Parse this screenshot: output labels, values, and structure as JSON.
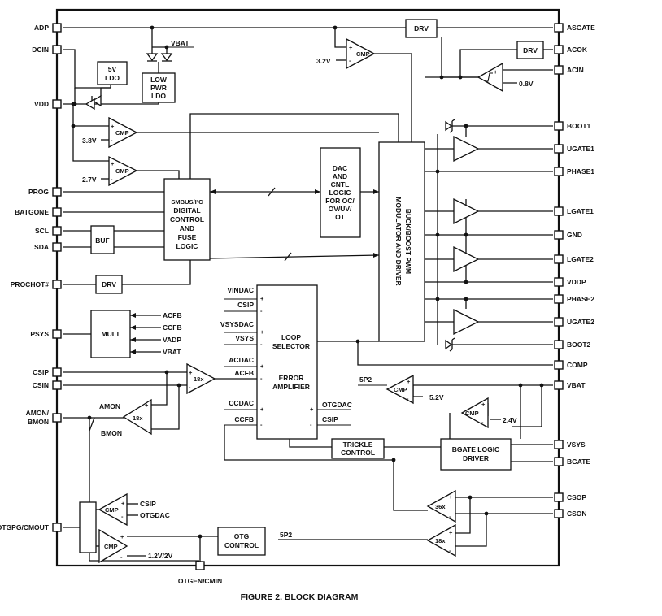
{
  "caption": "FIGURE 2.  BLOCK DIAGRAM",
  "left_pins": [
    "ADP",
    "DCIN",
    "VDD",
    "PROG",
    "BATGONE",
    "SCL",
    "SDA",
    "PROCHOT#",
    "PSYS",
    "CSIP",
    "CSIN",
    "AMON/",
    "BMON",
    "OTGPG/CMOUT"
  ],
  "right_pins": [
    "ASGATE",
    "ACOK",
    "ACIN",
    "BOOT1",
    "UGATE1",
    "PHASE1",
    "LGATE1",
    "GND",
    "LGATE2",
    "VDDP",
    "PHASE2",
    "UGATE2",
    "BOOT2",
    "COMP",
    "VBAT",
    "VSYS",
    "BGATE",
    "CSOP",
    "CSON"
  ],
  "bottom_pins": [
    "OTGEN/CMIN"
  ],
  "blocks": {
    "ldo5v": [
      "5V",
      "LDO"
    ],
    "lowpwr": [
      "LOW",
      "PWR",
      "LDO"
    ],
    "smbus": [
      "SMBUS/I²C",
      "DIGITAL",
      "CONTROL",
      "AND",
      "FUSE",
      "LOGIC"
    ],
    "buf": "BUF",
    "drv_prochot": "DRV",
    "mult": "MULT",
    "dac": [
      "DAC",
      "AND",
      "CNTL",
      "LOGIC",
      "FOR OC/",
      "OV/UV/",
      "OT"
    ],
    "pwm": [
      "BUCK/BOOST PWM",
      "MODULATOR AND DRIVER"
    ],
    "loop": [
      "LOOP",
      "SELECTOR"
    ],
    "error_amp": [
      "ERROR",
      "AMPLIFIER"
    ],
    "trickle": [
      "TRICKLE",
      "CONTROL"
    ],
    "bgate": [
      "BGATE LOGIC",
      "DRIVER"
    ],
    "otg": [
      "OTG",
      "CONTROL"
    ],
    "drv_top": "DRV",
    "drv_acok": "DRV"
  },
  "amps": {
    "cmp": "CMP",
    "x18": "18x",
    "x36": "36x"
  },
  "labels": {
    "vbat_top": "VBAT",
    "v32": "3.2V",
    "v08": "0.8V",
    "v38": "3.8V",
    "v27": "2.7V",
    "acfb": "ACFB",
    "ccfb": "CCFB",
    "vadp": "VADP",
    "vbat_mult": "VBAT",
    "vindac": "VINDAC",
    "csip_loop": "CSIP",
    "vsysdac": "VSYSDAC",
    "vsys_loop": "VSYS",
    "acdac": "ACDAC",
    "acfb_loop": "ACFB",
    "ccdac": "CCDAC",
    "ccfb_loop": "CCFB",
    "otgdac": "OTGDAC",
    "csip_err": "CSIP",
    "p5p2_top": "5P2",
    "v52": "5.2V",
    "v24": "2.4V",
    "amon": "AMON",
    "bmon": "BMON",
    "csip_cmp": "CSIP",
    "otgdac_cmp": "OTGDAC",
    "v12_2v": "1.2V/2V",
    "p5p2_otg": "5P2"
  }
}
